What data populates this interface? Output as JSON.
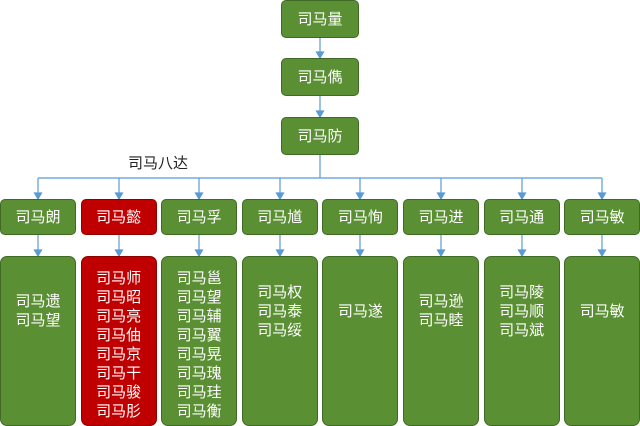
{
  "ancestors": [
    "司马量",
    "司马儁",
    "司马防"
  ],
  "group_label": "司马八达",
  "sons": [
    {
      "name": "司马朗",
      "highlight": false,
      "children": [
        "司马遗",
        "司马望"
      ]
    },
    {
      "name": "司马懿",
      "highlight": true,
      "children": [
        "司马师",
        "司马昭",
        "司马亮",
        "司马伷",
        "司马京",
        "司马干",
        "司马骏",
        "司马肜"
      ]
    },
    {
      "name": "司马孚",
      "highlight": false,
      "children": [
        "司马邕",
        "司马望",
        "司马辅",
        "司马翼",
        "司马晃",
        "司马瑰",
        "司马珪",
        "司马衡"
      ]
    },
    {
      "name": "司马馗",
      "highlight": false,
      "children": [
        "司马权",
        "司马泰",
        "司马绥"
      ]
    },
    {
      "name": "司马恂",
      "highlight": false,
      "children": [
        "司马遂"
      ]
    },
    {
      "name": "司马进",
      "highlight": false,
      "children": [
        "司马逊",
        "司马睦"
      ]
    },
    {
      "name": "司马通",
      "highlight": false,
      "children": [
        "司马陵",
        "司马顺",
        "司马斌"
      ]
    },
    {
      "name": "司马敏",
      "highlight": false,
      "children": [
        "司马敏"
      ]
    }
  ],
  "colors": {
    "node": "#5b8f34",
    "highlight": "#c00000",
    "connector": "#5b9bd5"
  }
}
